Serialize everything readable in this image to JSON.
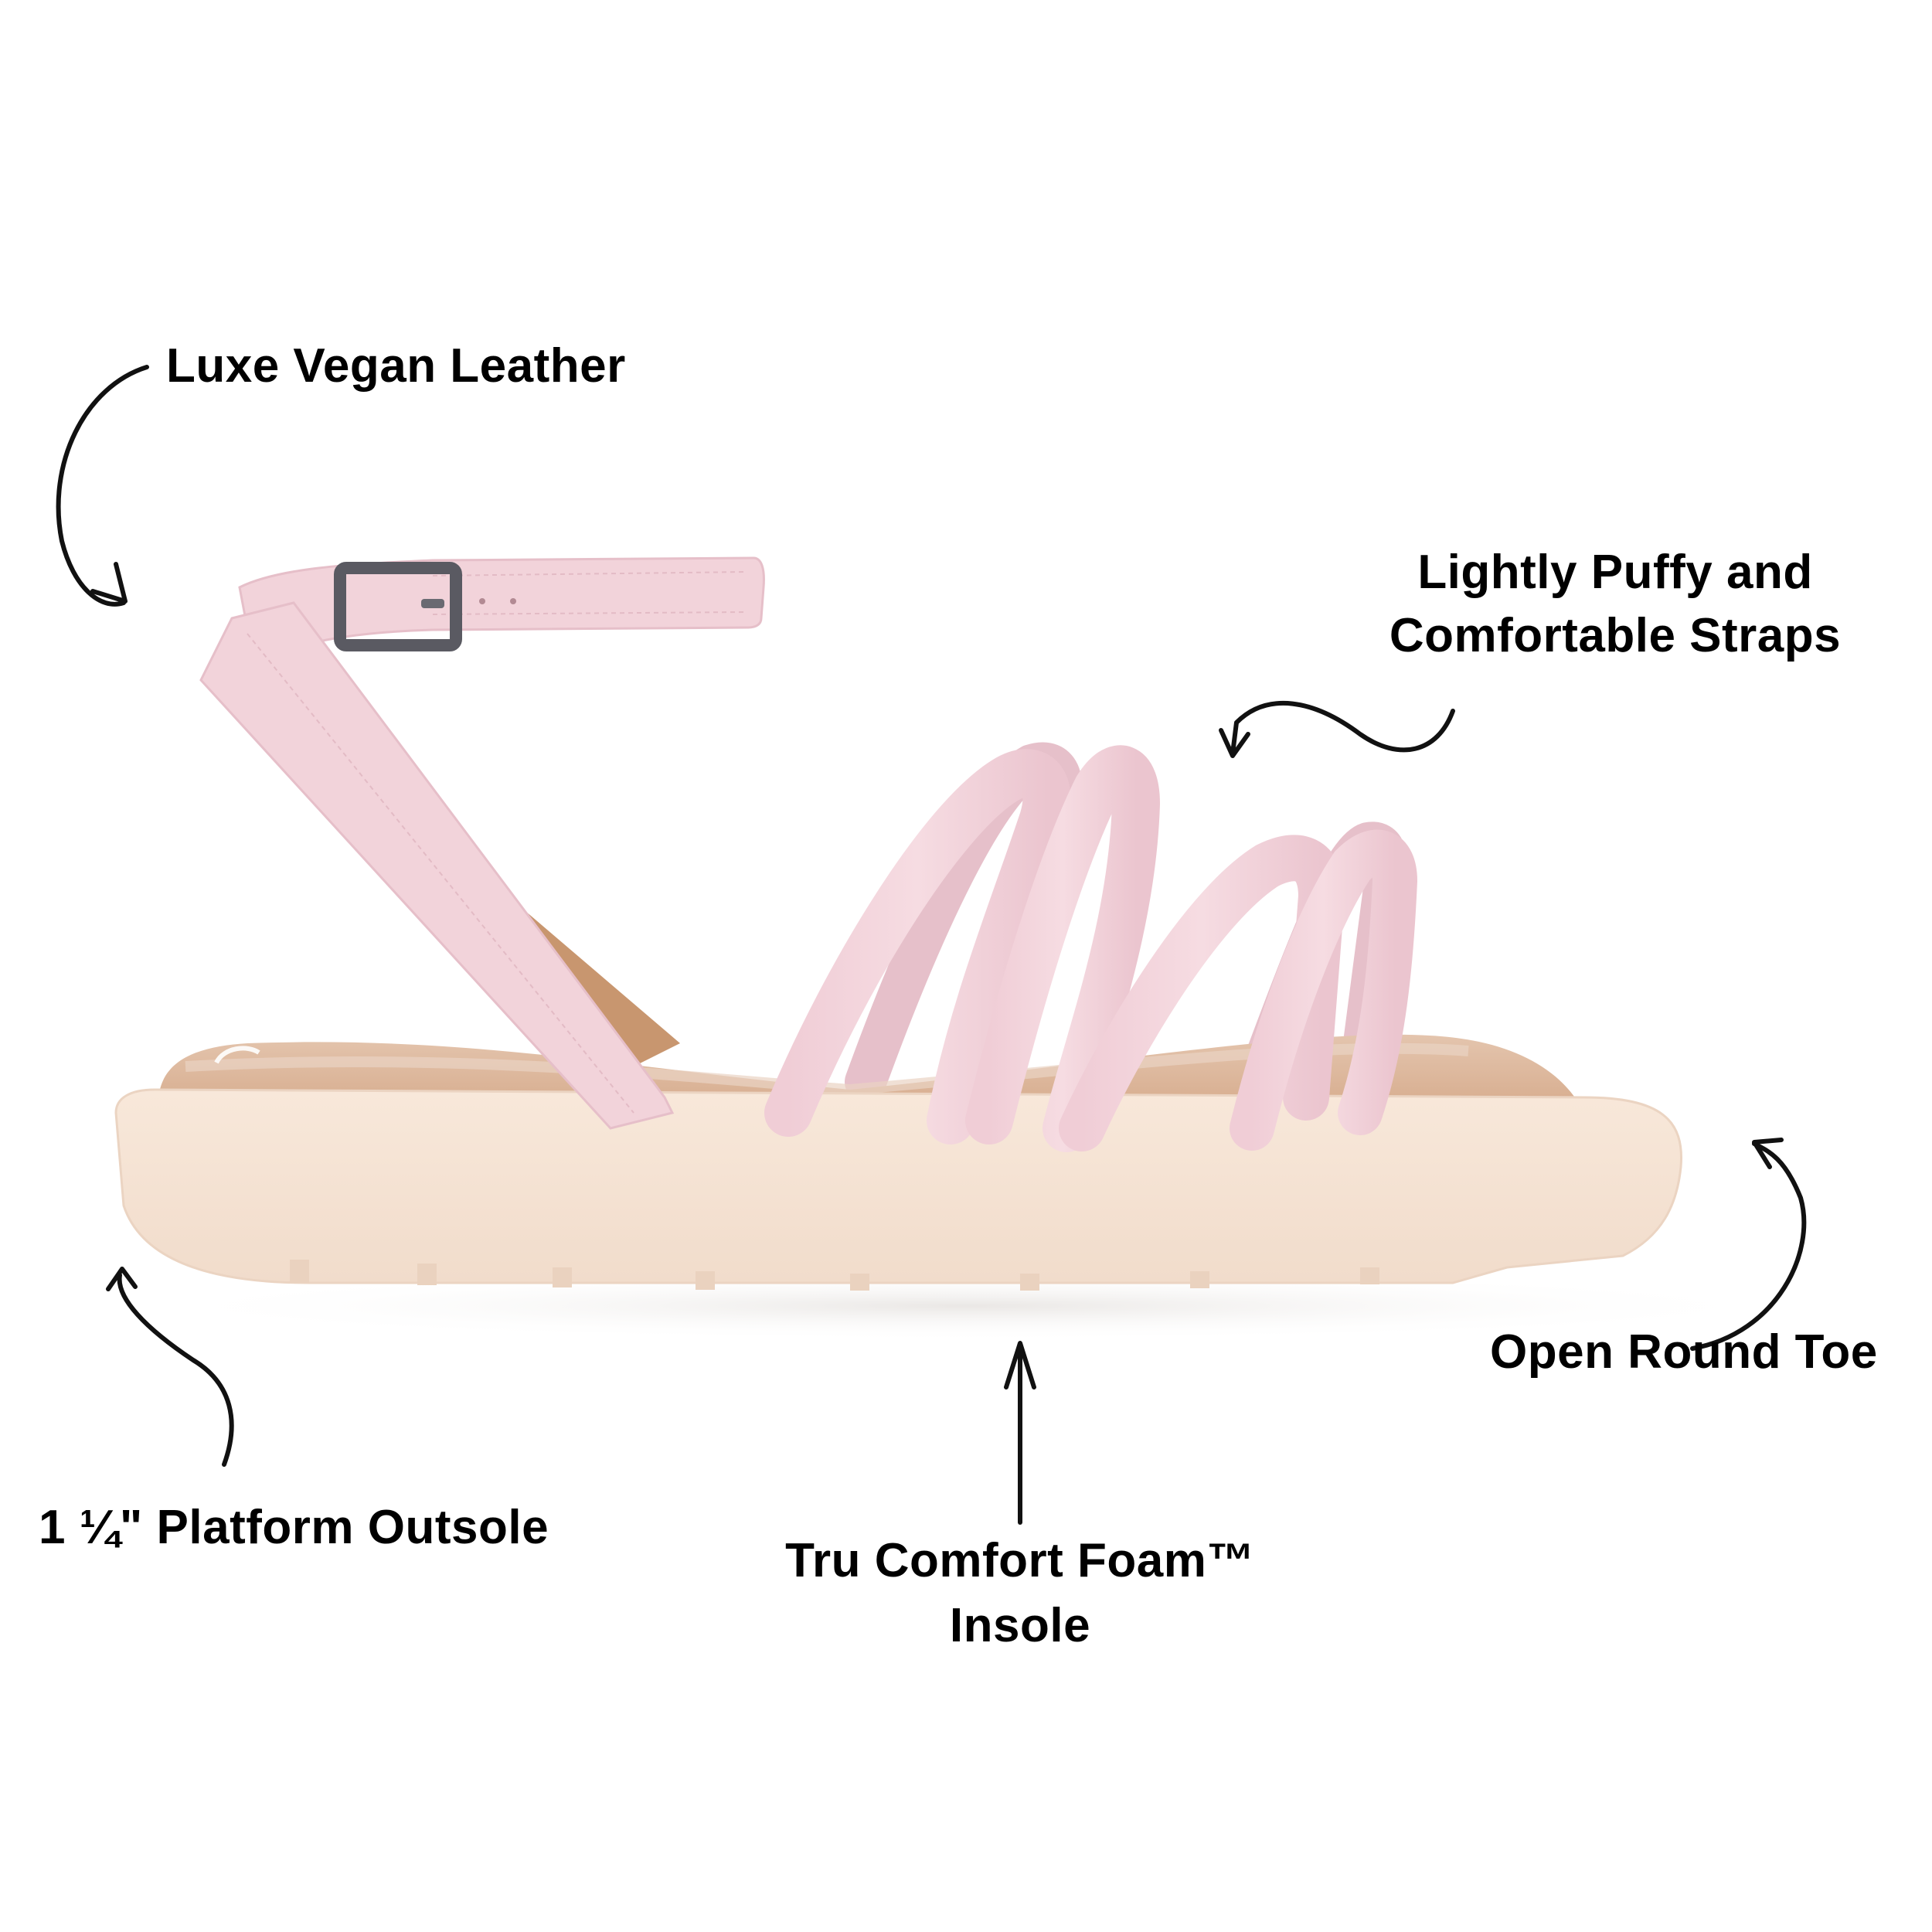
{
  "callouts": {
    "leather": {
      "text": "Luxe Vegan Leather"
    },
    "straps": {
      "line1": "Lightly Puffy and",
      "line2": "Comfortable Straps"
    },
    "toe": {
      "text": "Open Round Toe"
    },
    "outsole": {
      "text": "1 ¼\" Platform Outsole"
    },
    "insole": {
      "line1": "Tru Comfort Foam™",
      "line2": "Insole"
    }
  },
  "product": {
    "name": "sandal",
    "colors": {
      "strap_pink": "#F2D3DA",
      "strap_shadow": "#E3B9C3",
      "lining_tan": "#C99A76",
      "insole_tan": "#D9AE8A",
      "outsole_cream": "#F6E3D3",
      "buckle_metal": "#5A5A60",
      "arrow_ink": "#111111"
    }
  }
}
